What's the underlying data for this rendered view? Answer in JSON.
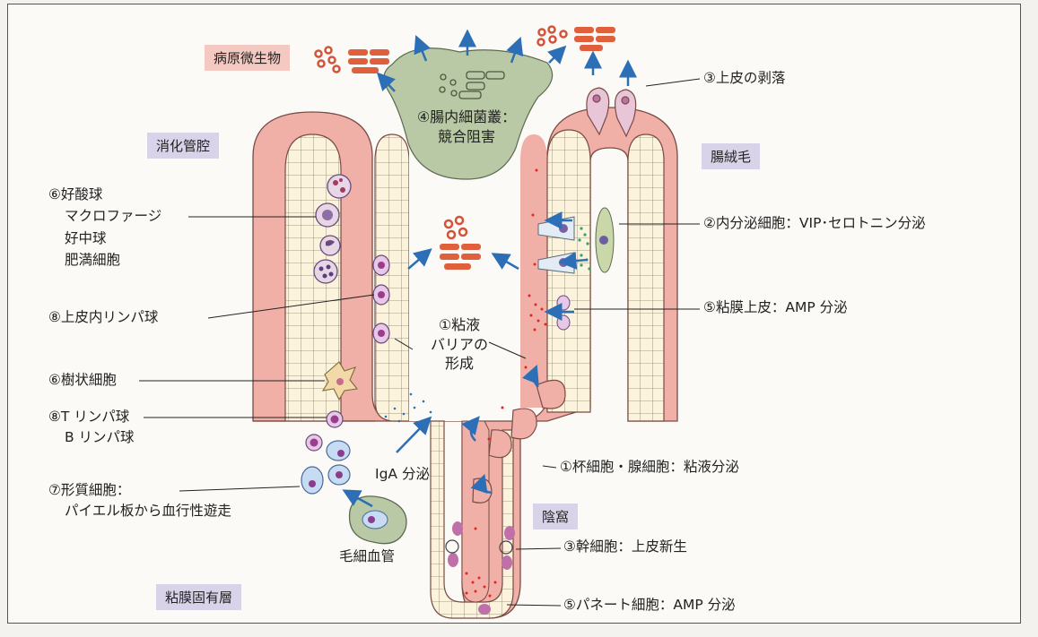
{
  "tags": {
    "pathogens": "病原微生物",
    "lumen": "消化管腔",
    "villus": "腸絨毛",
    "crypt": "陰窩",
    "lamina_propria": "粘膜固有層"
  },
  "center": {
    "flora_line1": "④腸内細菌叢：",
    "flora_line2": "競合阻害",
    "mucus_line1": "①粘液",
    "mucus_line2": "バリアの",
    "mucus_line3": "形成",
    "iga": "IgA 分泌",
    "capillary": "毛細血管"
  },
  "left_labels": {
    "cells_line1": "⑥好酸球",
    "cells_line2": "マクロファージ",
    "cells_line3": "好中球",
    "cells_line4": "肥満細胞",
    "iel": "⑧上皮内リンパ球",
    "dendritic": "⑥樹状細胞",
    "lymph_line1": "⑧T リンパ球",
    "lymph_line2": "B リンパ球",
    "plasma_line1": "⑦形質細胞：",
    "plasma_line2": "パイエル板から血行性遊走"
  },
  "right_labels": {
    "shedding": "③上皮の剥落",
    "endocrine": "②内分泌細胞：VIP･セロトニン分泌",
    "epithelium_amp": "⑤粘膜上皮：AMP 分泌",
    "goblet": "①杯細胞・腺細胞：粘液分泌",
    "stem": "③幹細胞：上皮新生",
    "paneth": "⑤パネート細胞：AMP 分泌"
  },
  "colors": {
    "mucosa": "#f0b0a8",
    "epithelium": "#fbf3dc",
    "flora": "#b9c9a6",
    "arrow": "#2c6fb7",
    "tag_pink": "#f3c9c1",
    "tag_purple": "#d9d3e9"
  }
}
